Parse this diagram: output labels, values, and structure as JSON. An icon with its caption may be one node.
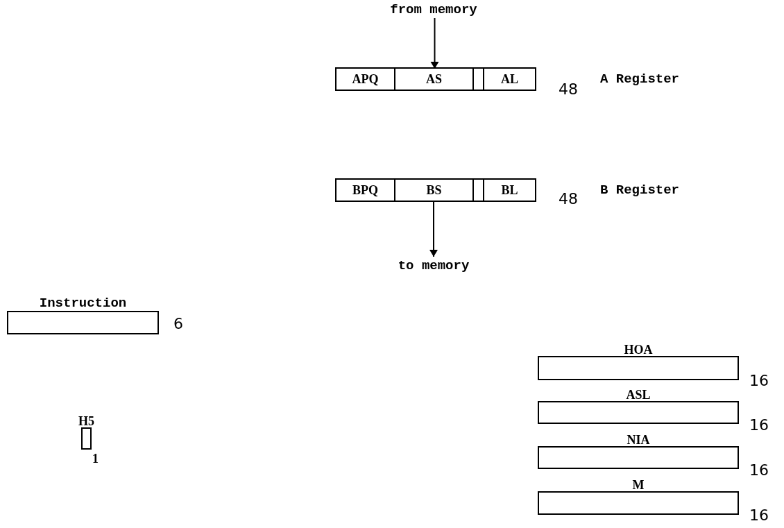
{
  "diagram": {
    "nodes": [
      {
        "text": [
          "from memory"
        ]
      },
      {
        "text": [],
        "shape": "box",
        "beside": [
          "48",
          "A Register"
        ]
      },
      {
        "text": [
          "APQ"
        ],
        "in": 1
      },
      {
        "text": [
          "AS"
        ],
        "in": 1
      },
      {
        "text": [],
        "shape": "box",
        "in": 1
      },
      {
        "text": [
          "AL"
        ],
        "in": 1
      },
      {
        "text": [],
        "shape": "box",
        "beside": [
          "48",
          "B Register"
        ]
      },
      {
        "text": [
          "BPQ"
        ],
        "in": 6
      },
      {
        "text": [
          "BS"
        ],
        "in": 6
      },
      {
        "text": [],
        "shape": "box",
        "in": 6
      },
      {
        "text": [
          "BL"
        ],
        "in": 6
      },
      {
        "text": [
          "to memory"
        ]
      },
      {
        "text": [
          "Instruction"
        ],
        "beside": [
          "6"
        ]
      },
      {
        "text": [
          "HOA"
        ],
        "beside": [
          "16"
        ]
      },
      {
        "text": [
          "ASL"
        ],
        "beside": [
          "16"
        ]
      },
      {
        "text": [
          "NIA"
        ],
        "beside": [
          "16"
        ]
      },
      {
        "text": [
          "M"
        ],
        "beside": [
          "16"
        ]
      },
      {
        "text": [
          "H5"
        ],
        "beside": [
          "1"
        ]
      }
    ],
    "edges": [
      {
        "from": 0,
        "to": 3,
        "arrow": "to"
      },
      {
        "from": 8,
        "to": 11,
        "arrow": "to"
      }
    ]
  }
}
